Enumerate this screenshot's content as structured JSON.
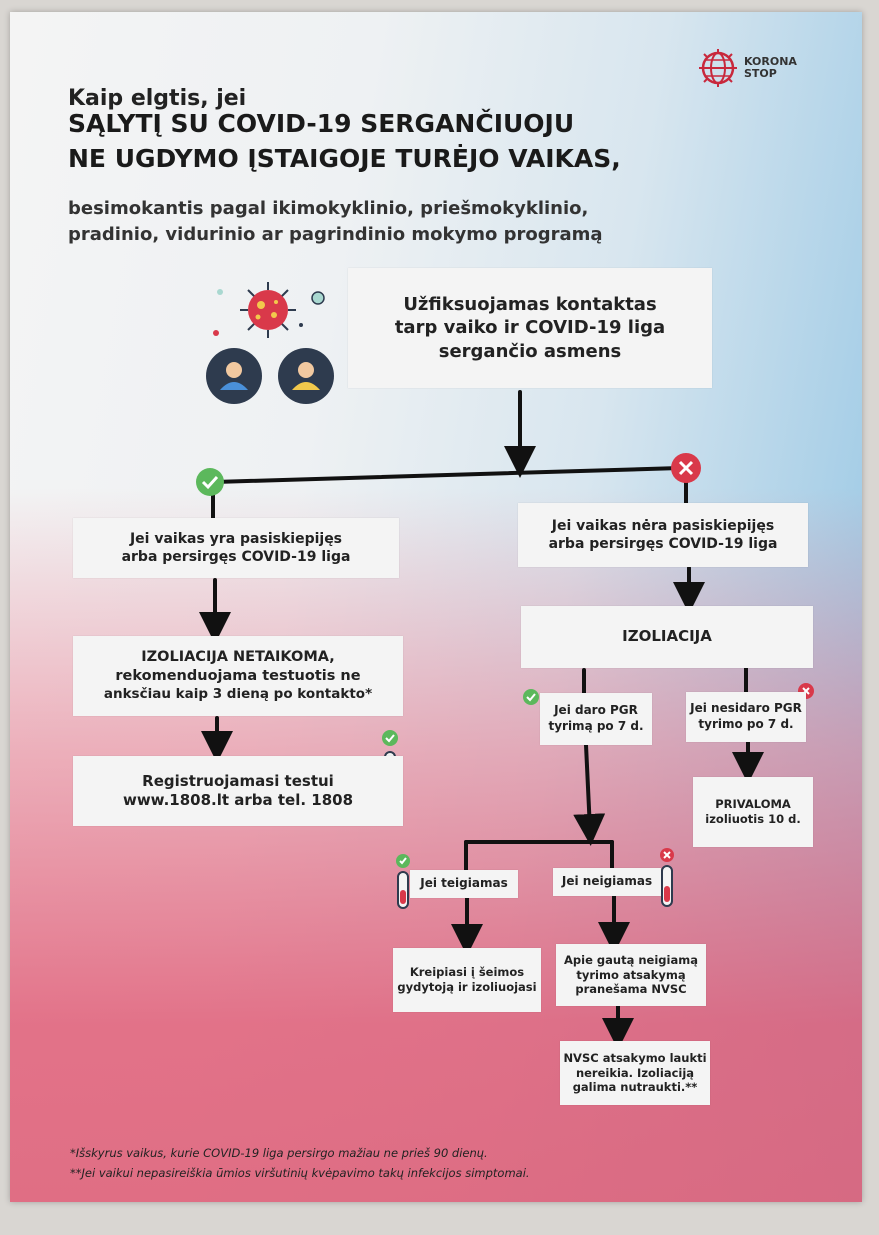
{
  "logo": {
    "text_line1": "KORONA",
    "text_line2": "STOP"
  },
  "title": {
    "intro": "Kaip elgtis, jei",
    "main_line1": "SĄLYTĮ SU COVID-19 SERGANČIUOJU",
    "main_line2": "NE UGDYMO ĮSTAIGOJE TURĖJO VAIKAS,",
    "sub_line1": "besimokantis pagal ikimokyklinio, priešmokyklinio,",
    "sub_line2": "pradinio, vidurinio ar pagrindinio mokymo programą"
  },
  "flow": {
    "contact": [
      "Užfiksuojamas kontaktas",
      "tarp vaiko ir COVID-19 liga",
      "sergančio asmens"
    ],
    "vaccinated": [
      "Jei vaikas yra pasiskiepijęs",
      "arba persirgęs COVID-19 liga"
    ],
    "not_vaccinated": [
      "Jei vaikas nėra pasiskiepijęs",
      "arba persirgęs COVID-19 liga"
    ],
    "no_isolation": [
      "IZOLIACIJA NETAIKOMA,",
      "rekomenduojama testuotis ne",
      "anksčiau kaip 3 dieną po kontakto*"
    ],
    "register": [
      "Registruojamasi testui",
      "www.1808.lt arba tel. 1808"
    ],
    "isolation": "IZOLIACIJA",
    "pcr_yes": [
      "Jei daro PGR",
      "tyrimą po 7 d."
    ],
    "pcr_no": [
      "Jei nesidaro PGR",
      "tyrimo po 7 d."
    ],
    "mandatory": [
      "PRIVALOMA",
      "izoliuotis 10 d."
    ],
    "positive": "Jei teigiamas",
    "negative": "Jei neigiamas",
    "contact_doctor": [
      "Kreipiasi į šeimos",
      "gydytoją ir izoliuojasi"
    ],
    "notify_nvsc": [
      "Apie gautą neigiamą",
      "tyrimo atsakymą",
      "pranešama NVSC"
    ],
    "end_isolation": [
      "NVSC atsakymo laukti",
      "nereikia. Izoliaciją",
      "galima nutraukti.**"
    ]
  },
  "footnotes": {
    "one": "*Išskyrus vaikus, kurie COVID-19 liga persirgo mažiau ne prieš 90 dienų.",
    "two": "**Jei vaikui nepasireiškia ūmios viršutinių kvėpavimo takų infekcijos simptomai."
  },
  "colors": {
    "check": "#5cb85c",
    "cross": "#d9394a",
    "line": "#111111",
    "box": "#f4f4f4"
  }
}
